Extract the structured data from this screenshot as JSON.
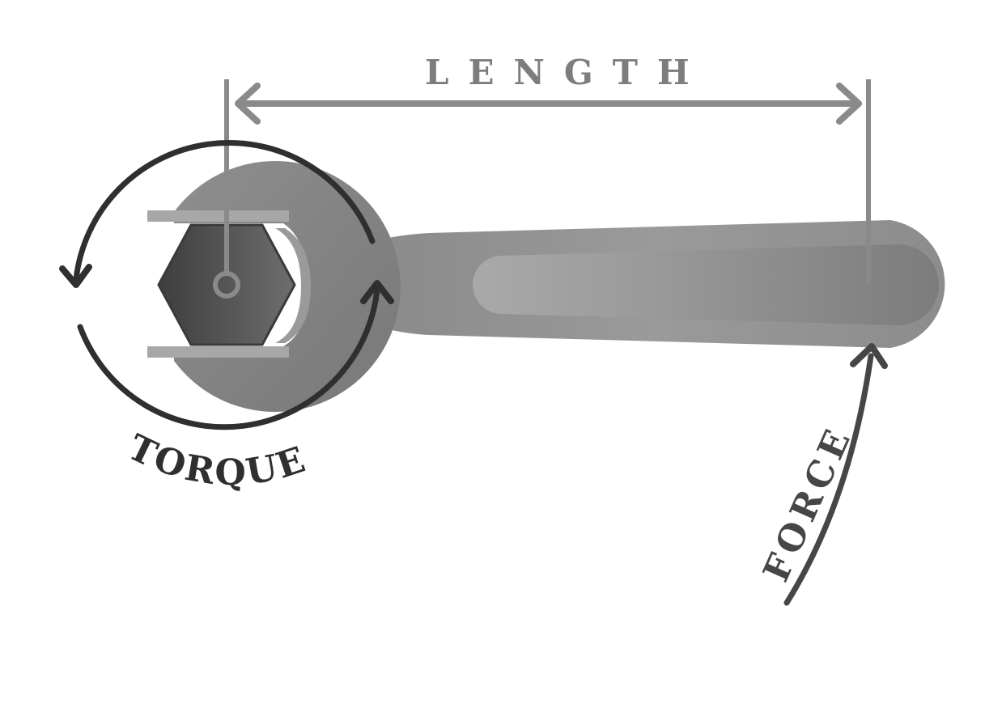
{
  "diagram": {
    "labels": {
      "length": "LENGTH",
      "torque": "TORQUE",
      "force": "FORCE"
    },
    "colors": {
      "background": "#ffffff",
      "wrench_light": "#a2a2a2",
      "wrench_mid": "#8e8e8e",
      "wrench_dark": "#6e6e6e",
      "nut_dark": "#4a4a4a",
      "arrow_dark": "#2f2f2f",
      "dimension_gray": "#888888"
    }
  }
}
